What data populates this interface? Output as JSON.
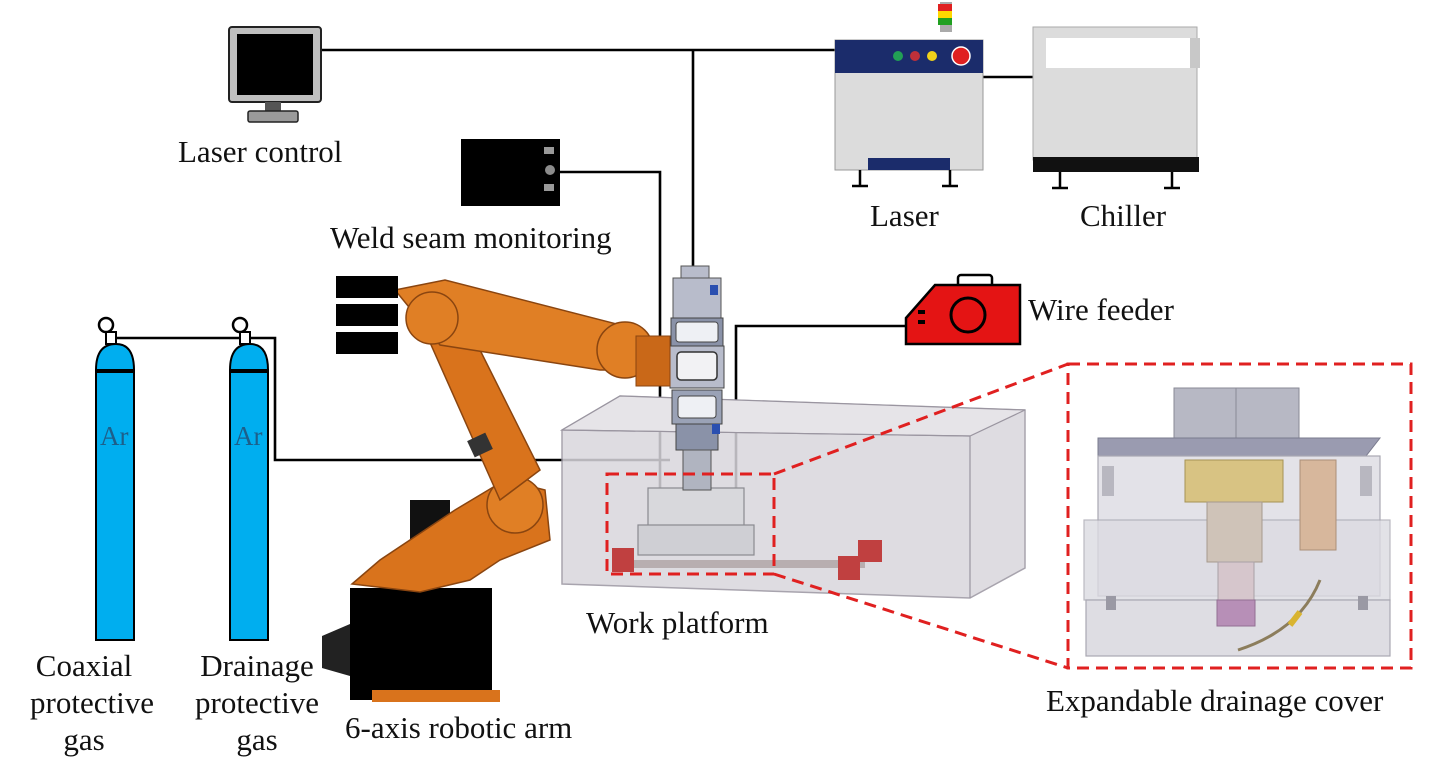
{
  "labels": {
    "laser_control": "Laser control",
    "weld_seam_monitoring": "Weld seam monitoring",
    "laser": "Laser",
    "chiller": "Chiller",
    "wire_feeder": "Wire feeder",
    "work_platform": "Work platform",
    "expandable_drainage_cover": "Expandable drainage cover",
    "robotic_arm": "6-axis robotic arm",
    "coaxial_gas": [
      "Coaxial",
      "protective",
      "gas"
    ],
    "drainage_gas": [
      "Drainage",
      "protective",
      "gas"
    ]
  },
  "cylinders": {
    "coaxial_gas_symbol": "Ar",
    "drainage_gas_symbol": "Ar"
  },
  "colors": {
    "cylinder": "#00aeef",
    "robot": "#d9731c",
    "wire_feeder": "#e41414",
    "laser_panel": "#1b2c6b",
    "callout": "#e02020",
    "enclosure": "#d9d6dc"
  }
}
